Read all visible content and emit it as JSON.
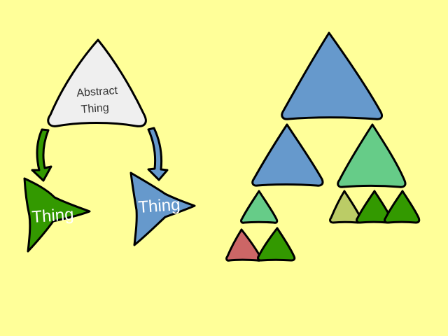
{
  "colors": {
    "background": "#ffff99",
    "abstract_fill": "#efefef",
    "green_fill": "#339900",
    "blue_fill": "#6699cc",
    "mint_fill": "#66cc88",
    "olive_fill": "#bbcc66",
    "red_fill": "#cc6666",
    "outline": "#000000"
  },
  "labels": {
    "abstract_line1": "Abstract",
    "abstract_line2": "Thing",
    "green_thing": "Thing",
    "blue_thing": "Thing"
  },
  "tree": {
    "root": "blue",
    "level1": [
      "blue",
      "mint"
    ],
    "left_children": [
      "mint"
    ],
    "left_grandchildren": [
      "red",
      "green"
    ],
    "right_children": [
      "olive",
      "green",
      "green"
    ]
  }
}
